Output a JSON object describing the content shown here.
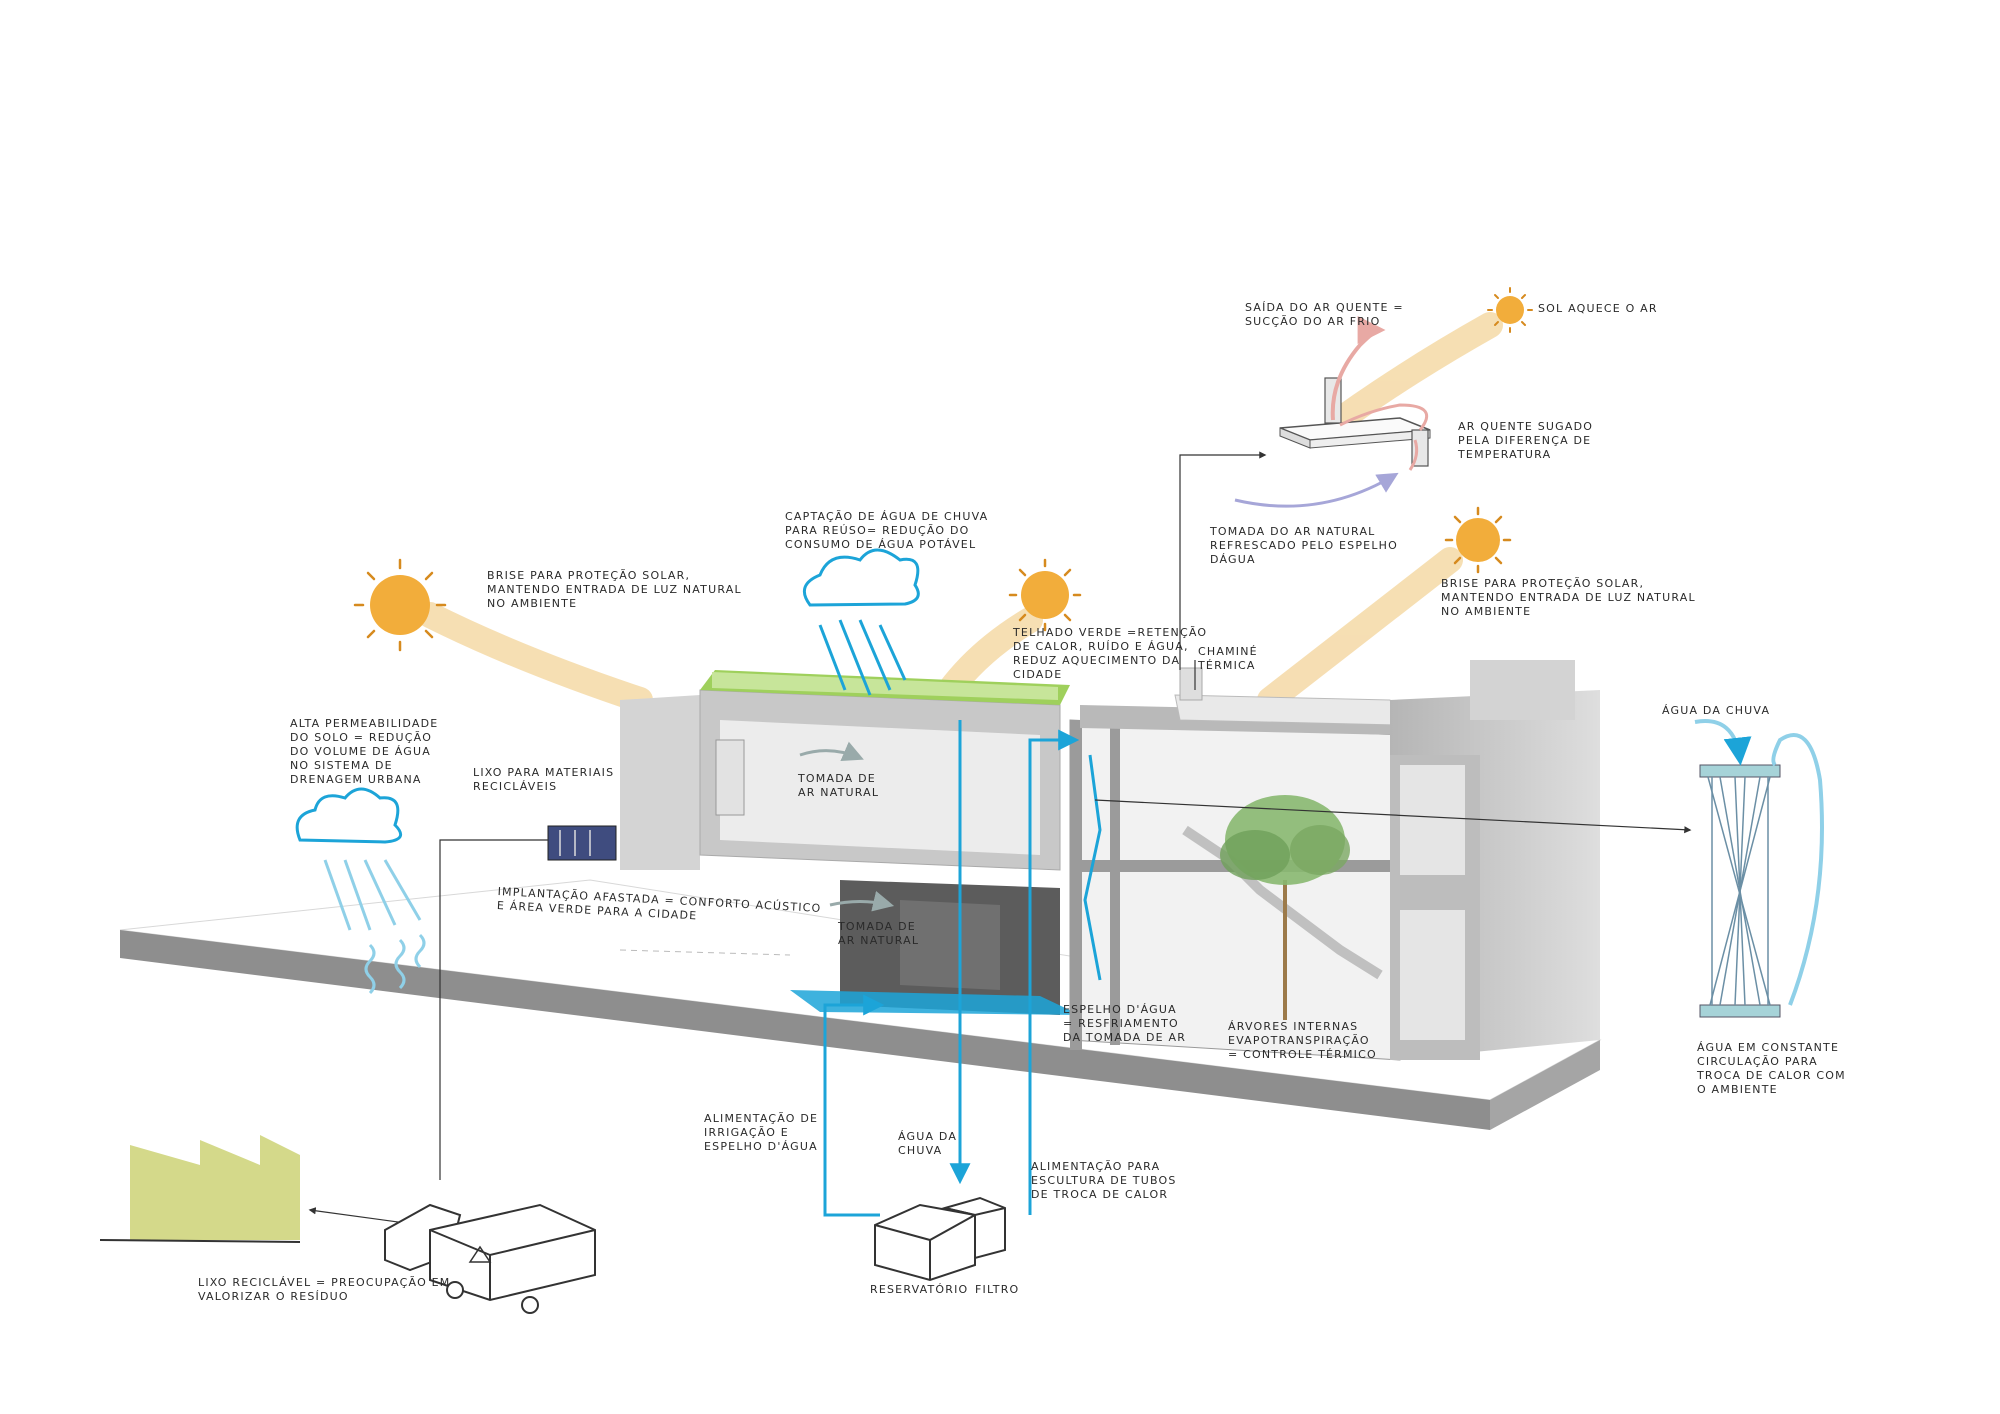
{
  "colors": {
    "sun": "#f2ad3b",
    "sun_ray": "#f5d9a6",
    "water": "#1ca4d8",
    "water_light": "#8fd0e8",
    "grass": "#8cc63f",
    "building": "#cfcfcf",
    "factory": "#d4d98a",
    "warm_air": "#e8a9a4",
    "cool_air": "#a6a6d8"
  },
  "labels": {
    "saida_ar": "SAÍDA DO AR QUENTE =\nSUCÇÃO DO AR FRIO",
    "sol_aquece": "SOL AQUECE O AR",
    "ar_quente": "AR QUENTE SUGADO\nPELA DIFERENÇA DE\nTEMPERATURA",
    "tomada_ar_natural_top": "TOMADA DO AR NATURAL\nREFRESCADO PELO ESPELHO\nDÁGUA",
    "captacao": "CAPTAÇÃO DE ÁGUA DE CHUVA\nPARA REÚSO= REDUÇÃO DO\nCONSUMO DE ÁGUA POTÁVEL",
    "brise_left": "BRISE PARA PROTEÇÃO SOLAR,\nMANTENDO ENTRADA DE LUZ NATURAL\nNO AMBIENTE",
    "brise_right": "BRISE PARA PROTEÇÃO SOLAR,\nMANTENDO ENTRADA DE LUZ NATURAL\nNO AMBIENTE",
    "telhado_verde": "TELHADO VERDE =RETENÇÃO\nDE CALOR, RUÍDO E ÁGUA,\nREDUZ AQUECIMENTO DA\nCIDADE",
    "chamine": "CHAMINÉ\nTÉRMICA",
    "alta_permeabilidade": "ALTA PERMEABILIDADE\nDO SOLO = REDUÇÃO\nDO VOLUME DE ÁGUA\nNO SISTEMA DE\nDRENAGEM URBANA",
    "lixo_materiais": "LIXO PARA MATERIAIS\nRECICLÁVEIS",
    "tomada_ar_1": "TOMADA DE\nAR NATURAL",
    "tomada_ar_2": "TOMADA DE\nAR NATURAL",
    "implantacao": "IMPLANTAÇÃO AFASTADA = CONFORTO ACÚSTICO\nE ÁREA VERDE PARA A CIDADE",
    "agua_da_chuva_right": "ÁGUA DA CHUVA",
    "espelho": "ESPELHO D'ÁGUA\n= RESFRIAMENTO\nDA TOMADA DE AR",
    "arvores": "ÁRVORES INTERNAS\nEVAPOTRANSPIRAÇÃO\n= CONTROLE TÉRMICO",
    "agua_constante": "ÁGUA EM CONSTANTE\nCIRCULAÇÃO PARA\nTROCA DE CALOR COM\nO AMBIENTE",
    "alimentacao_irrigacao": "ALIMENTAÇÃO DE\nIRRIGAÇÃO E\nESPELHO D'ÁGUA",
    "agua_da_chuva_mid": "ÁGUA DA\nCHUVA",
    "alimentacao_escultura": "ALIMENTAÇÃO PARA\nESCULTURA DE TUBOS\nDE TROCA DE CALOR",
    "reservatorio": "RESERVATÓRIO",
    "filtro": "FILTRO",
    "lixo_reciclavel": "LIXO RECICLÁVEL = PREOCUPAÇÃO EM\nVALORIZAR O RESÍDUO"
  }
}
